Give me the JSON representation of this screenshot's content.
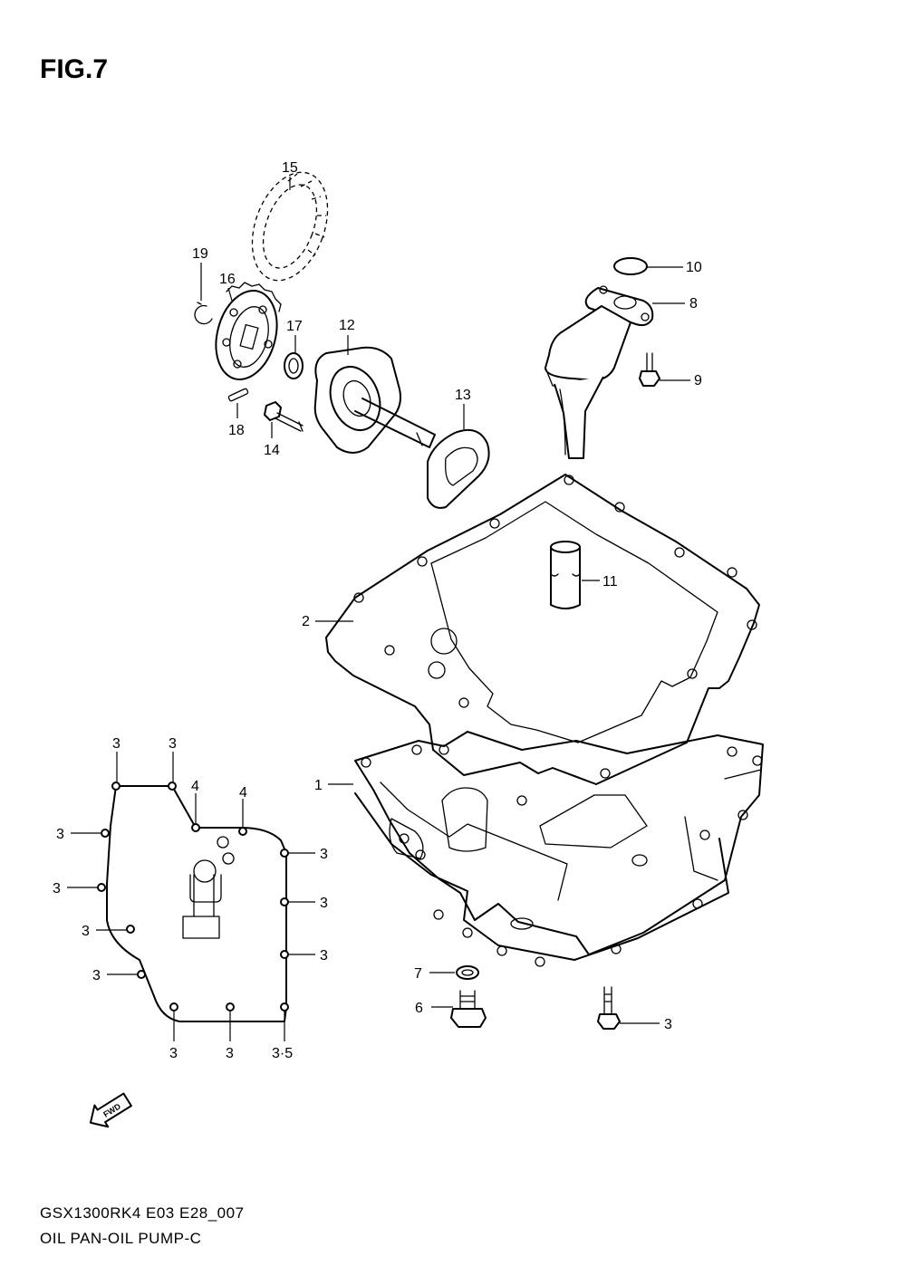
{
  "figure": {
    "title": "FIG.7"
  },
  "footer": {
    "code": "GSX1300RK4 E03 E28_007",
    "name": "OIL PAN-OIL PUMP-C"
  },
  "fwd_arrow": {
    "label": "FWD"
  },
  "callouts": {
    "c1": "1",
    "c2": "2",
    "c3_bolt": "3",
    "c6": "6",
    "c7": "7",
    "c8": "8",
    "c9": "9",
    "c10": "10",
    "c11": "11",
    "c12": "12",
    "c13": "13",
    "c14": "14",
    "c15": "15",
    "c16": "16",
    "c17": "17",
    "c18": "18",
    "c19": "19"
  },
  "pan_outline_callouts": {
    "top_left_a": "3",
    "top_left_b": "3",
    "top_mid_a": "4",
    "top_mid_b": "4",
    "left_1": "3",
    "left_2": "3",
    "left_3": "3",
    "left_4": "3",
    "right_1": "3",
    "right_2": "3",
    "right_3": "3",
    "bottom_1": "3",
    "bottom_2": "3",
    "bottom_3": "3·5"
  }
}
